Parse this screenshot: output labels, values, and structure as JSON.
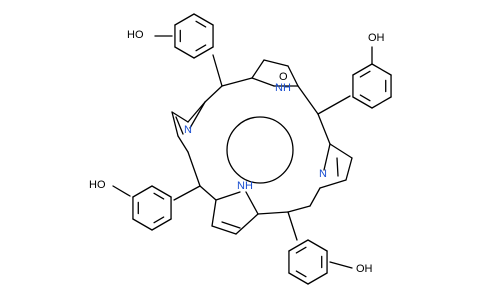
{
  "molecule": {
    "labels": {
      "ho_top_left": "HO",
      "oh_top_right": "OH",
      "ho_bottom_left": "HO",
      "oh_bottom_right": "OH",
      "n_left": "N",
      "n_right": "N",
      "nh_top": "NH",
      "nh_bottom": "NH",
      "o_top": "O"
    },
    "colors": {
      "bond": "#000000",
      "heteroatom": "#1a4fd1",
      "oxygen": "#000000",
      "background": "#ffffff"
    }
  }
}
